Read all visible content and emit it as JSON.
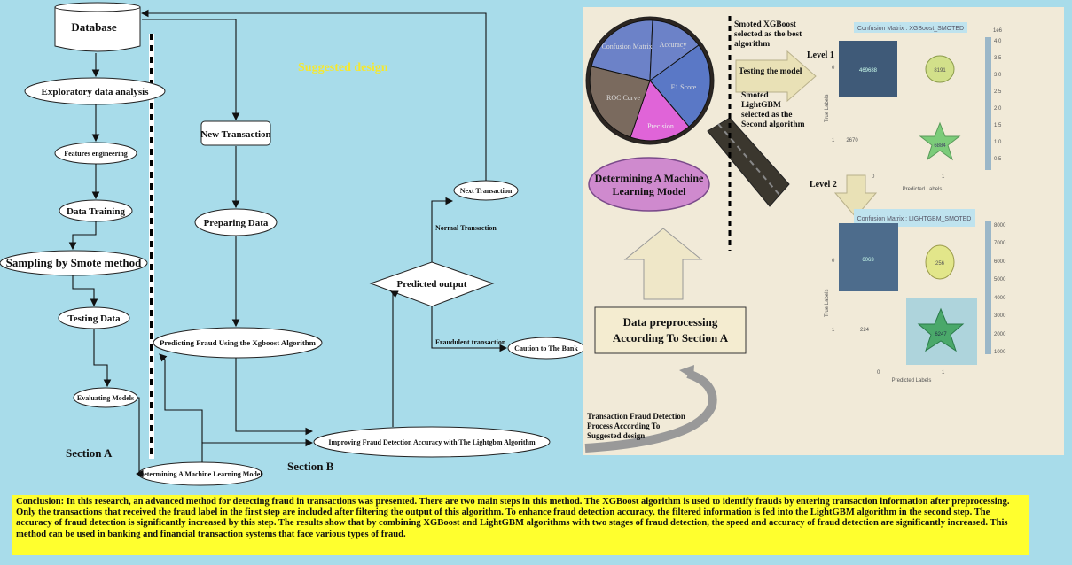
{
  "left": {
    "database": "Database",
    "eda": "Exploratory data analysis",
    "features": "Features engineering",
    "training": "Data Training",
    "smote": "Sampling by Smote method",
    "testing": "Testing Data",
    "evaluating": "Evaluating Models",
    "determining": "Determining A Machine Learning Model",
    "section_a": "Section A",
    "section_b": "Section B",
    "suggested": "Suggested design",
    "new_tx": "New Transaction",
    "preparing": "Preparing Data",
    "predicting": "Predicting Fraud Using the Xgboost Algorithm",
    "improving": "Improving Fraud Detection Accuracy with The Lightgbm Algorithm",
    "predicted_output": "Predicted output",
    "normal_tx": "Normal Transaction",
    "next_tx": "Next Transaction",
    "fraudulent_tx": "Fraudulent transaction",
    "caution": "Caution to The Bank"
  },
  "right": {
    "pie_labels": [
      "Confusion Matrix",
      "Accuracy",
      "F1 Score",
      "Precision",
      "ROC Curve"
    ],
    "determining": "Determining A Machine Learning Model",
    "data_preproc_line1": "Data preprocessing",
    "data_preproc_line2": "According To Section A",
    "tx_process_1": "Transaction Fraud Detection",
    "tx_process_2": "Process According To",
    "tx_process_3": "Suggested design",
    "smoted_xgb_1": "Smoted XGBoost",
    "smoted_xgb_2": "selected as the best",
    "smoted_xgb_3": "algorithm",
    "testing_model": "Testing the model",
    "smoted_lgbm_1": "Smoted",
    "smoted_lgbm_2": "LightGBM",
    "smoted_lgbm_3": "selected as the",
    "smoted_lgbm_4": "Second algorithm",
    "level1": "Level 1",
    "level2": "Level 2",
    "cm1_title": "Confusion Matrix : XGBoost_SMOTED",
    "cm2_title": "Confusion Matrix : LIGHTGBM_SMOTED",
    "true_labels": "True Labels",
    "predicted_labels": "Predicted Labels",
    "cm1_values": [
      "469688",
      "8191",
      "2670",
      "6884"
    ],
    "cm2_values": [
      "6063",
      "256",
      "224",
      "6247"
    ],
    "cm1_scale": [
      "1e6",
      "4.0",
      "3.5",
      "3.0",
      "2.5",
      "2.0",
      "1.5",
      "1.0",
      "0.5"
    ],
    "cm2_scale": [
      "8000",
      "7000",
      "6000",
      "5000",
      "4000",
      "3000",
      "2000",
      "1000"
    ],
    "tick0": "0",
    "tick1": "1"
  },
  "conclusion": "Conclusion: In this research, an advanced method for detecting fraud in transactions was presented. There are two main steps in this method. The XGBoost algorithm is used to identify frauds by entering transaction information after preprocessing. Only the transactions that received the fraud label in the first step are included after filtering the output of this algorithm. To enhance fraud detection accuracy, the filtered information is fed into the LightGBM algorithm in the second step. The accuracy of fraud detection is significantly increased by this step. The results show that by combining XGBoost and LightGBM algorithms with two stages of fraud detection, the speed and accuracy of fraud detection are significantly increased. This method can be used in banking and financial transaction systems that face various types of fraud."
}
